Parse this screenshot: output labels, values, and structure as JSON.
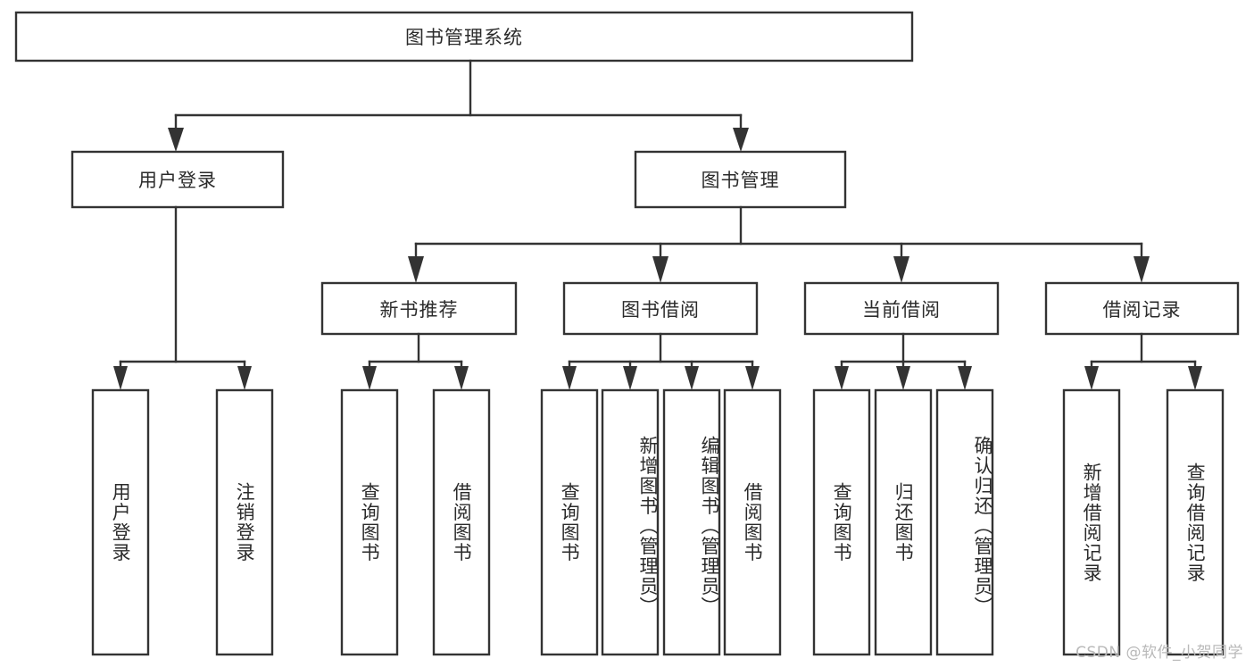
{
  "diagram": {
    "title": "图书管理系统",
    "type": "tree-hierarchy-chart",
    "colors": {
      "stroke": "#333333",
      "fill": "#ffffff",
      "text": "#2b2b2b",
      "watermark": "#b9b9b9",
      "background": "#ffffff"
    }
  },
  "watermark": {
    "text": "CSDN @软件_小贺同学"
  },
  "nodes": {
    "root": {
      "label": "图书管理系统"
    },
    "level2": [
      {
        "id": "user-login",
        "label": "用户登录"
      },
      {
        "id": "book-management",
        "label": "图书管理"
      }
    ],
    "level3": [
      {
        "id": "new-book-recommend",
        "label": "新书推荐"
      },
      {
        "id": "book-borrow",
        "label": "图书借阅"
      },
      {
        "id": "current-borrow",
        "label": "当前借阅"
      },
      {
        "id": "borrow-record",
        "label": "借阅记录"
      }
    ],
    "leaves": {
      "user_login": [
        {
          "id": "leaf-user-login",
          "label": "用户登录"
        },
        {
          "id": "leaf-logout-login",
          "label": "注销登录"
        }
      ],
      "new_book_recommend": [
        {
          "id": "leaf-query-book-1",
          "label": "查询图书"
        },
        {
          "id": "leaf-borrow-book-1",
          "label": "借阅图书"
        }
      ],
      "book_borrow": [
        {
          "id": "leaf-query-book-2",
          "label": "查询图书"
        },
        {
          "id": "leaf-add-book",
          "label": "新增图书（管理员）"
        },
        {
          "id": "leaf-edit-book",
          "label": "编辑图书（管理员）"
        },
        {
          "id": "leaf-borrow-book-2",
          "label": "借阅图书"
        }
      ],
      "current_borrow": [
        {
          "id": "leaf-query-book-3",
          "label": "查询图书"
        },
        {
          "id": "leaf-return-book",
          "label": "归还图书"
        },
        {
          "id": "leaf-confirm-return",
          "label": "确认归还（管理员）"
        }
      ],
      "borrow_record": [
        {
          "id": "leaf-add-record",
          "label": "新增借阅记录"
        },
        {
          "id": "leaf-query-record",
          "label": "查询借阅记录"
        }
      ]
    }
  },
  "chart_data": {
    "type": "table",
    "title": "图书管理系统",
    "edges": [
      {
        "from": "图书管理系统",
        "to": "用户登录"
      },
      {
        "from": "图书管理系统",
        "to": "图书管理"
      },
      {
        "from": "用户登录",
        "to": "用户登录"
      },
      {
        "from": "用户登录",
        "to": "注销登录"
      },
      {
        "from": "图书管理",
        "to": "新书推荐"
      },
      {
        "from": "图书管理",
        "to": "图书借阅"
      },
      {
        "from": "图书管理",
        "to": "当前借阅"
      },
      {
        "from": "图书管理",
        "to": "借阅记录"
      },
      {
        "from": "新书推荐",
        "to": "查询图书"
      },
      {
        "from": "新书推荐",
        "to": "借阅图书"
      },
      {
        "from": "图书借阅",
        "to": "查询图书"
      },
      {
        "from": "图书借阅",
        "to": "新增图书（管理员）"
      },
      {
        "from": "图书借阅",
        "to": "编辑图书（管理员）"
      },
      {
        "from": "图书借阅",
        "to": "借阅图书"
      },
      {
        "from": "当前借阅",
        "to": "查询图书"
      },
      {
        "from": "当前借阅",
        "to": "归还图书"
      },
      {
        "from": "当前借阅",
        "to": "确认归还（管理员）"
      },
      {
        "from": "借阅记录",
        "to": "新增借阅记录"
      },
      {
        "from": "借阅记录",
        "to": "查询借阅记录"
      }
    ]
  }
}
